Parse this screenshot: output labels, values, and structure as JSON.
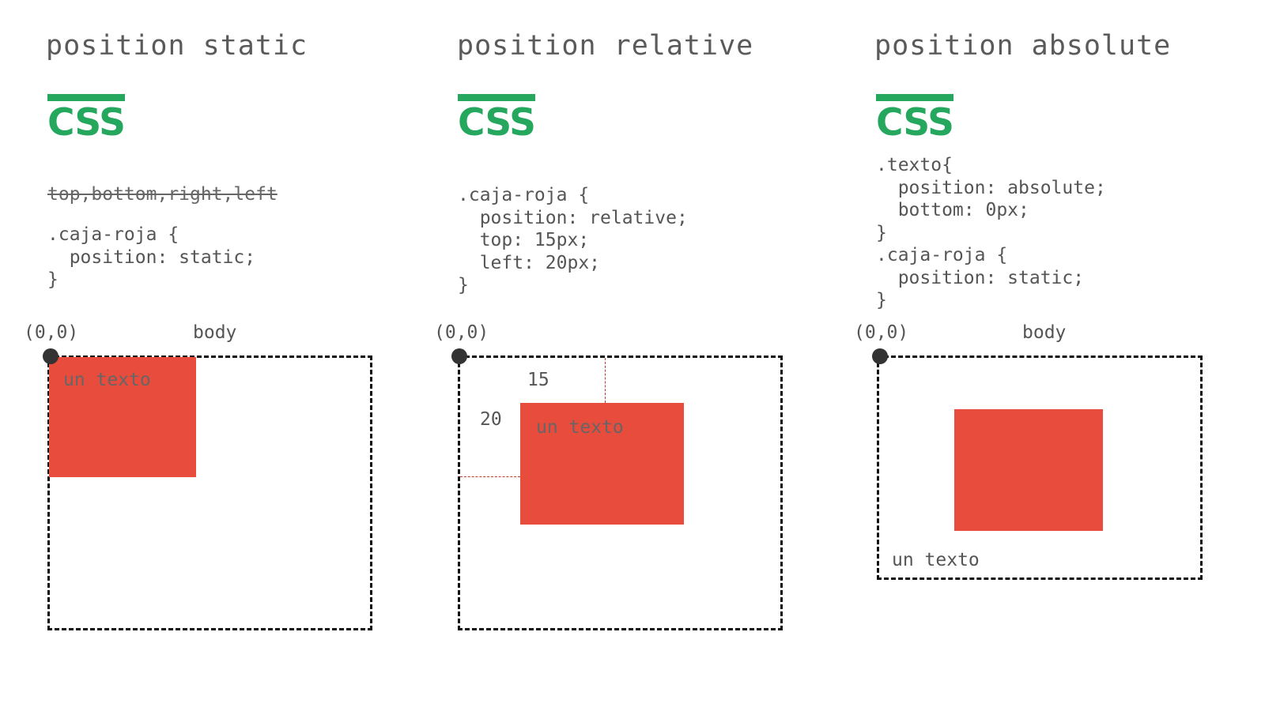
{
  "panels": [
    {
      "title": "position static",
      "logo": "CSS",
      "struck_props": "top,bottom,right,left",
      "code": ".caja-roja {\n  position: static;\n}",
      "origin": "(0,0)",
      "container": "body",
      "box_text": "un texto"
    },
    {
      "title": "position relative",
      "logo": "CSS",
      "code": ".caja-roja {\n  position: relative;\n  top: 15px;\n  left: 20px;\n}",
      "origin": "(0,0)",
      "offset_top": "15",
      "offset_left": "20",
      "box_text": "un texto"
    },
    {
      "title": "position absolute",
      "logo": "CSS",
      "code": ".texto{\n  position: absolute;\n  bottom: 0px;\n}\n.caja-roja {\n  position: static;\n}",
      "origin": "(0,0)",
      "container": "body",
      "box_text": "un texto"
    }
  ],
  "colors": {
    "accent": "#25a75e",
    "red_box": "#e74c3c",
    "container_border": "#111111",
    "guide": "#c0392b"
  }
}
